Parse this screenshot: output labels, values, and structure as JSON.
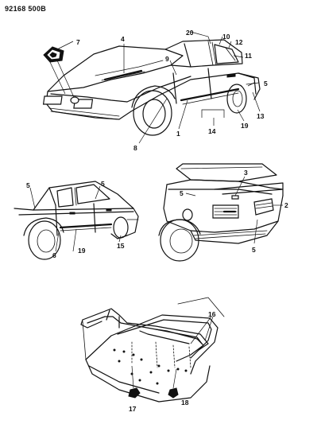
{
  "document_number": "92168 500B",
  "callouts": {
    "c7": "7",
    "c4": "4",
    "c20": "20",
    "c10": "10",
    "c12": "12",
    "c11": "11",
    "c9": "9",
    "c5a": "5",
    "c13": "13",
    "c1": "1",
    "c14": "14",
    "c19a": "19",
    "c8": "8",
    "c5b": "5",
    "c5c": "5",
    "c6": "6",
    "c19b": "19",
    "c15": "15",
    "c3": "3",
    "c5d": "5",
    "c2": "2",
    "c5e": "5",
    "c16": "16",
    "c17": "17",
    "c18": "18"
  }
}
